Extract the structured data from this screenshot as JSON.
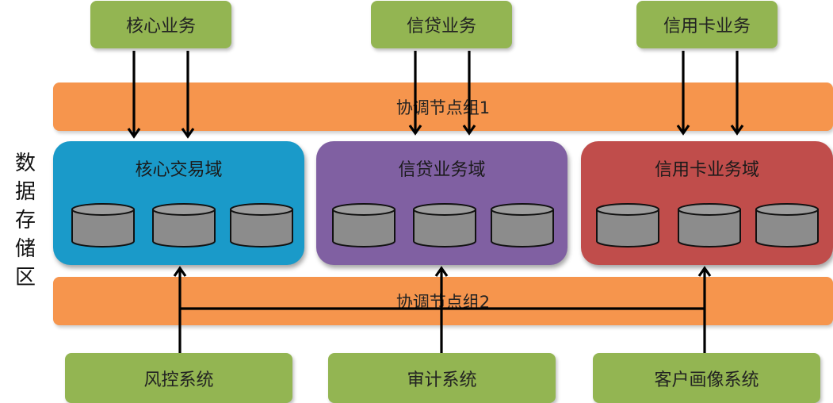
{
  "top_services": [
    "核心业务",
    "信贷业务",
    "信用卡业务"
  ],
  "band_top": "协调节点组1",
  "band_bottom": "协调节点组2",
  "side_label": [
    "数",
    "据",
    "存",
    "储",
    "区"
  ],
  "domains": [
    {
      "name": "核心交易域",
      "color": "#1a9ac9"
    },
    {
      "name": "信贷业务域",
      "color": "#8060a2"
    },
    {
      "name": "信用卡业务域",
      "color": "#c04d4b"
    }
  ],
  "bottom_systems": [
    "风控系统",
    "审计系统",
    "客户画像系统"
  ],
  "colors": {
    "service_box": "#93b552",
    "band": "#f6954d",
    "db_fill": "#8c8c8c",
    "arrow": "#000000"
  }
}
